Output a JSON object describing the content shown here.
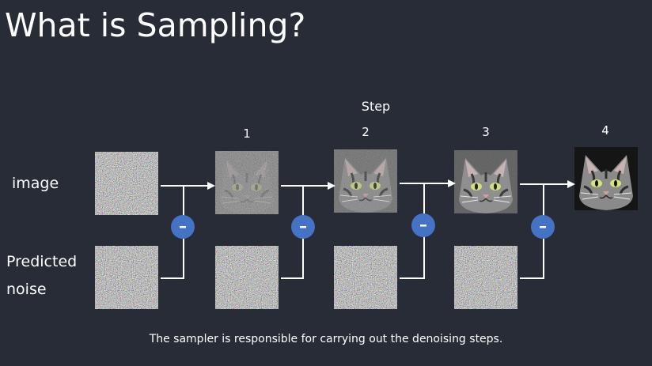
{
  "slide": {
    "title": "What is Sampling?",
    "caption": "The sampler is responsible for carrying out the denoising steps."
  },
  "rows": {
    "image_label": "image",
    "noise_label_line1": "Predicted",
    "noise_label_line2": "noise"
  },
  "steps": {
    "heading": "Step",
    "numbers": [
      "1",
      "2",
      "3",
      "4"
    ]
  },
  "operator": {
    "symbol": "-",
    "color": "#4472c4"
  },
  "panels": {
    "image": [
      "noise",
      "faint cat",
      "noisy cat",
      "cleaner cat",
      "clean cat"
    ],
    "predicted_noise": [
      "noise",
      "noise",
      "noise",
      "noise"
    ]
  },
  "colors": {
    "background": "#272c37",
    "connector": "#ffffff"
  }
}
